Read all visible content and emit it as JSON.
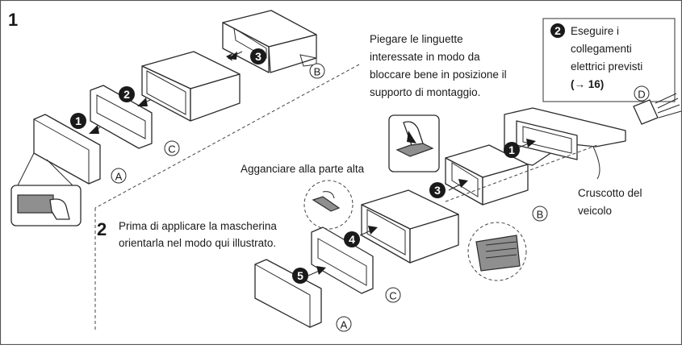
{
  "section1": {
    "number": "1"
  },
  "section2": {
    "number": "2",
    "instruction_line1": "Prima di applicare la mascherina",
    "instruction_line2": "orientarla nel modo qui illustrato."
  },
  "notes": {
    "bend_tabs": [
      "Piegare le linguette",
      "interessate in modo da",
      "bloccare bene in posizione il",
      "supporto di montaggio."
    ],
    "hook_top": "Agganciare alla parte alta",
    "dashboard": [
      "Cruscotto del",
      "veicolo"
    ]
  },
  "callout": {
    "step": "2",
    "lines": [
      "Eseguire i",
      "collegamenti",
      "elettrici previsti"
    ],
    "reference": "(→ 16)"
  },
  "step_markers": {
    "one": "1",
    "two": "2",
    "three": "3",
    "four": "4",
    "five": "5"
  },
  "part_letters": {
    "a": "A",
    "b": "B",
    "c": "C",
    "d": "D"
  }
}
